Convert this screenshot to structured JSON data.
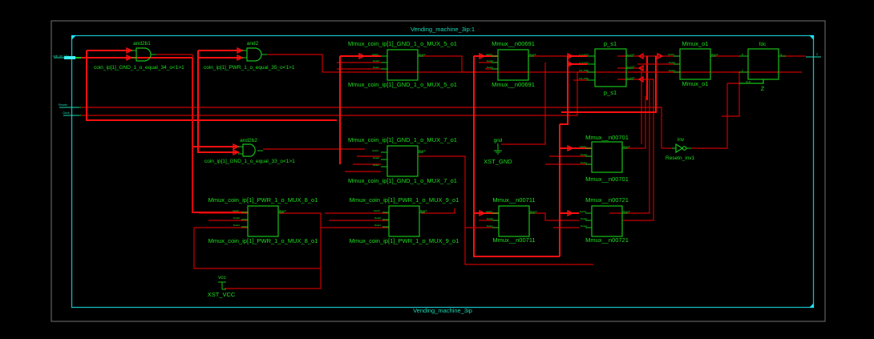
{
  "window": {
    "module_title_top": "Vending_machine_3ip:1",
    "module_title_bottom": "Vending_machine_3ip"
  },
  "ports": {
    "inputs": [
      "coin_ip<1:0>",
      "Resetn",
      "Clock"
    ],
    "output": "Z"
  },
  "gates": {
    "and2b1": {
      "type": "and2b1",
      "instance": "coin_ip[1]_GND_1_o_equal_34_o<1>1"
    },
    "and2": {
      "type": "and2",
      "instance": "coin_ip[1]_PWR_1_o_equal_35_o<1>1"
    },
    "and2b2": {
      "type": "and2b2",
      "instance": "coin_ip[1]_GND_1_o_equal_33_o<1>1"
    },
    "inv": {
      "type": "inv",
      "instance": "Resetn_inv1"
    }
  },
  "blocks": {
    "mux5": {
      "name": "Mmux_coin_ip[1]_GND_1_o_MUX_5_o1",
      "pins_in": [
        "Sel(0)",
        "Data0",
        "Data1"
      ],
      "pin_out": "Result"
    },
    "mux7": {
      "name": "Mmux_coin_ip[1]_GND_1_o_MUX_7_o1",
      "pins_in": [
        "Sel(0)",
        "Data0",
        "Data1"
      ],
      "pin_out": "Result"
    },
    "mux8": {
      "name": "Mmux_coin_ip[1]_PWR_1_o_MUX_8_o1",
      "pins_in": [
        "Sel(0)",
        "Data0",
        "Data1"
      ],
      "pin_out": "Result"
    },
    "mux9": {
      "name": "Mmux_coin_ip[1]_PWR_1_o_MUX_9_o1",
      "pins_in": [
        "Sel(0)",
        "Data0",
        "Data1"
      ],
      "pin_out": "Result"
    },
    "n00691": {
      "name": "Mmux__n00691",
      "pins_in": [
        "Sel(0)",
        "Data0",
        "Data1"
      ],
      "pin_out": "Result"
    },
    "n00701": {
      "name": "Mmux__n00701",
      "pins_in": [
        "Sel(0)",
        "Data0",
        "Data1"
      ],
      "pin_out": "Result"
    },
    "n00711": {
      "name": "Mmux__n00711",
      "pins_in": [
        "Sel(0)",
        "Data0",
        "Data1"
      ],
      "pin_out": "Result"
    },
    "n00721": {
      "name": "Mmux__n00721",
      "pins_in": [
        "Sel(0)",
        "Data0",
        "Data1"
      ],
      "pin_out": "Result"
    },
    "p_s1": {
      "name": "p_s1",
      "pins_in": [
        "n_s<2:0>",
        "n_s<1:0>",
        "Clk_PRE",
        "Clk_PRE"
      ],
      "pins_out": [
        "p_s<2>",
        "p_s<1>",
        "p_s<0>"
      ]
    },
    "mux_o1": {
      "name": "Mmux_o1",
      "pins_in": [
        "Sel(0)",
        "Data0",
        "Data1"
      ],
      "pin_out": "Result"
    },
    "fdc": {
      "type": "fdc",
      "name": "Z",
      "pins_in": [
        "D",
        "C",
        "CLR"
      ],
      "pin_out": "Q"
    }
  },
  "supplies": {
    "gnd": {
      "type": "gnd",
      "instance": "XST_GND"
    },
    "vcc": {
      "type": "vcc",
      "instance": "XST_VCC"
    }
  }
}
